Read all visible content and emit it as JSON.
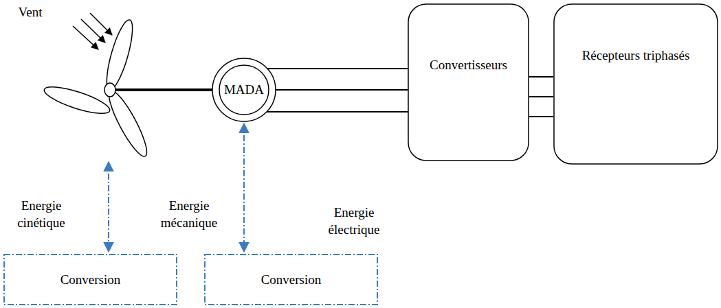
{
  "diagram": {
    "nodes": [
      {
        "text": [
          "MADA"
        ]
      },
      {
        "text": [
          "Convertisseurs"
        ]
      },
      {
        "text": [
          "Récepteurs triphasés"
        ]
      },
      {
        "text": [
          "Conversion"
        ]
      },
      {
        "text": [
          "Conversion"
        ]
      }
    ],
    "edges": [
      {
        "from": 0,
        "to": 1,
        "arrow": "none"
      },
      {
        "from": 1,
        "to": 2,
        "arrow": "none"
      },
      {
        "from": 4,
        "to": 0,
        "arrow": "both"
      }
    ],
    "labels": [
      "Vent",
      "Energie cinétique",
      "Energie mécanique",
      "Energie électrique"
    ]
  }
}
